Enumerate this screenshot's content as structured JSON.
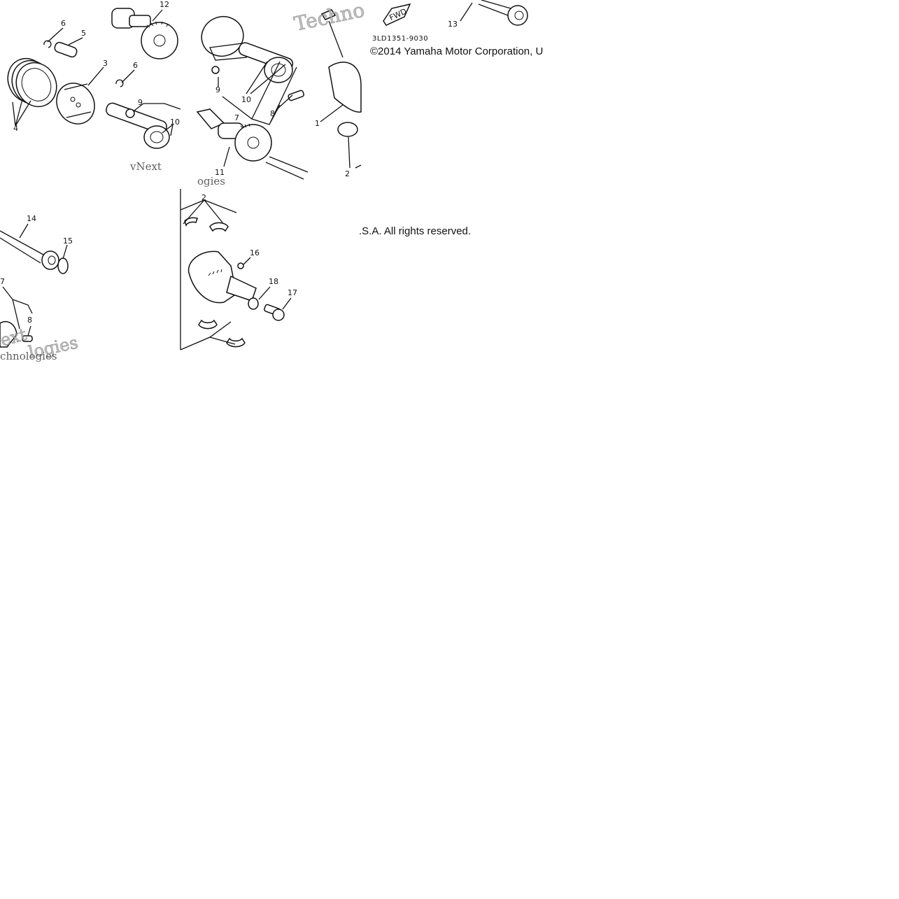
{
  "part_numbers": [
    "1",
    "2",
    "3",
    "4",
    "5",
    "6",
    "7",
    "8",
    "9",
    "10",
    "11",
    "12",
    "13",
    "14",
    "15",
    "16",
    "17",
    "18"
  ],
  "fwd_label": "FWD",
  "diagram_code": "3LD1351-9030",
  "copyright_part1": "©2014 Yamaha Motor Corporation, U",
  "copyright_part2": ".S.A. All rights reserved.",
  "watermark": {
    "brand": "vNext",
    "word": "Technologies",
    "fragments": [
      "Techno",
      "vNext",
      "ogies",
      "ext",
      "chnologies",
      "logies"
    ]
  }
}
